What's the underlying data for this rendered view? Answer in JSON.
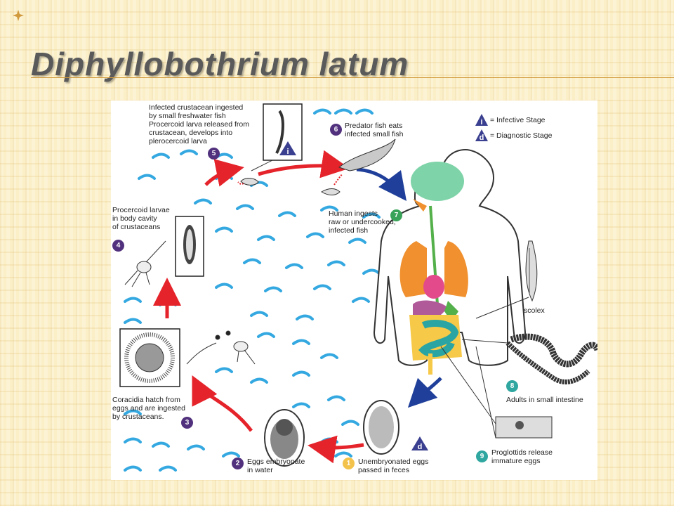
{
  "slide": {
    "title": "Diphyllobothrium latum",
    "corner_icon": "four-point-star-icon"
  },
  "legend": {
    "infective": {
      "symbol": "i",
      "text": "= Infective Stage",
      "color": "#3a3f8f"
    },
    "diagnostic": {
      "symbol": "d",
      "text": "= Diagnostic Stage",
      "color": "#3a3f8f"
    }
  },
  "stages": [
    {
      "num": "1",
      "text": "Unembryonated eggs\npassed in feces",
      "color": "#f2c24b"
    },
    {
      "num": "2",
      "text": "Eggs embryonate\nin water",
      "color": "#51317d"
    },
    {
      "num": "3",
      "text": "Coracidia hatch from\neggs and are ingested\nby crustaceans.",
      "color": "#51317d"
    },
    {
      "num": "4",
      "text": "Procercoid larvae\nin body cavity\nof crustaceans",
      "color": "#51317d"
    },
    {
      "num": "5",
      "text": "Infected crustacean ingested\nby small freshwater fish\nProcercoid larva released from\ncrustacean, develops into\nplerocercoid larva",
      "color": "#51317d"
    },
    {
      "num": "6",
      "text": "Predator fish eats\ninfected small fish",
      "color": "#51317d"
    },
    {
      "num": "7",
      "text": "Human ingests\nraw or undercooked,\ninfected fish",
      "color": "#3aa35a"
    },
    {
      "num": "8",
      "text": "Adults in small intestine",
      "color": "#2fa7a0"
    },
    {
      "num": "9",
      "text": "Proglottids release\nimmature eggs",
      "color": "#2fa7a0"
    }
  ],
  "labels": {
    "scolex": "scolex"
  },
  "colors": {
    "water": "#34a8e0",
    "arrow_red": "#e5232a",
    "arrow_blue": "#1f3f9a",
    "brain": "#7ed3a8",
    "lungs": "#f0902e",
    "heart": "#e24a8b",
    "liver": "#b05a9a",
    "small_intestine": "#2aa5a3",
    "large_intestine": "#f7c948",
    "esophagus": "#54b04a",
    "nasal": "#f0902e"
  }
}
